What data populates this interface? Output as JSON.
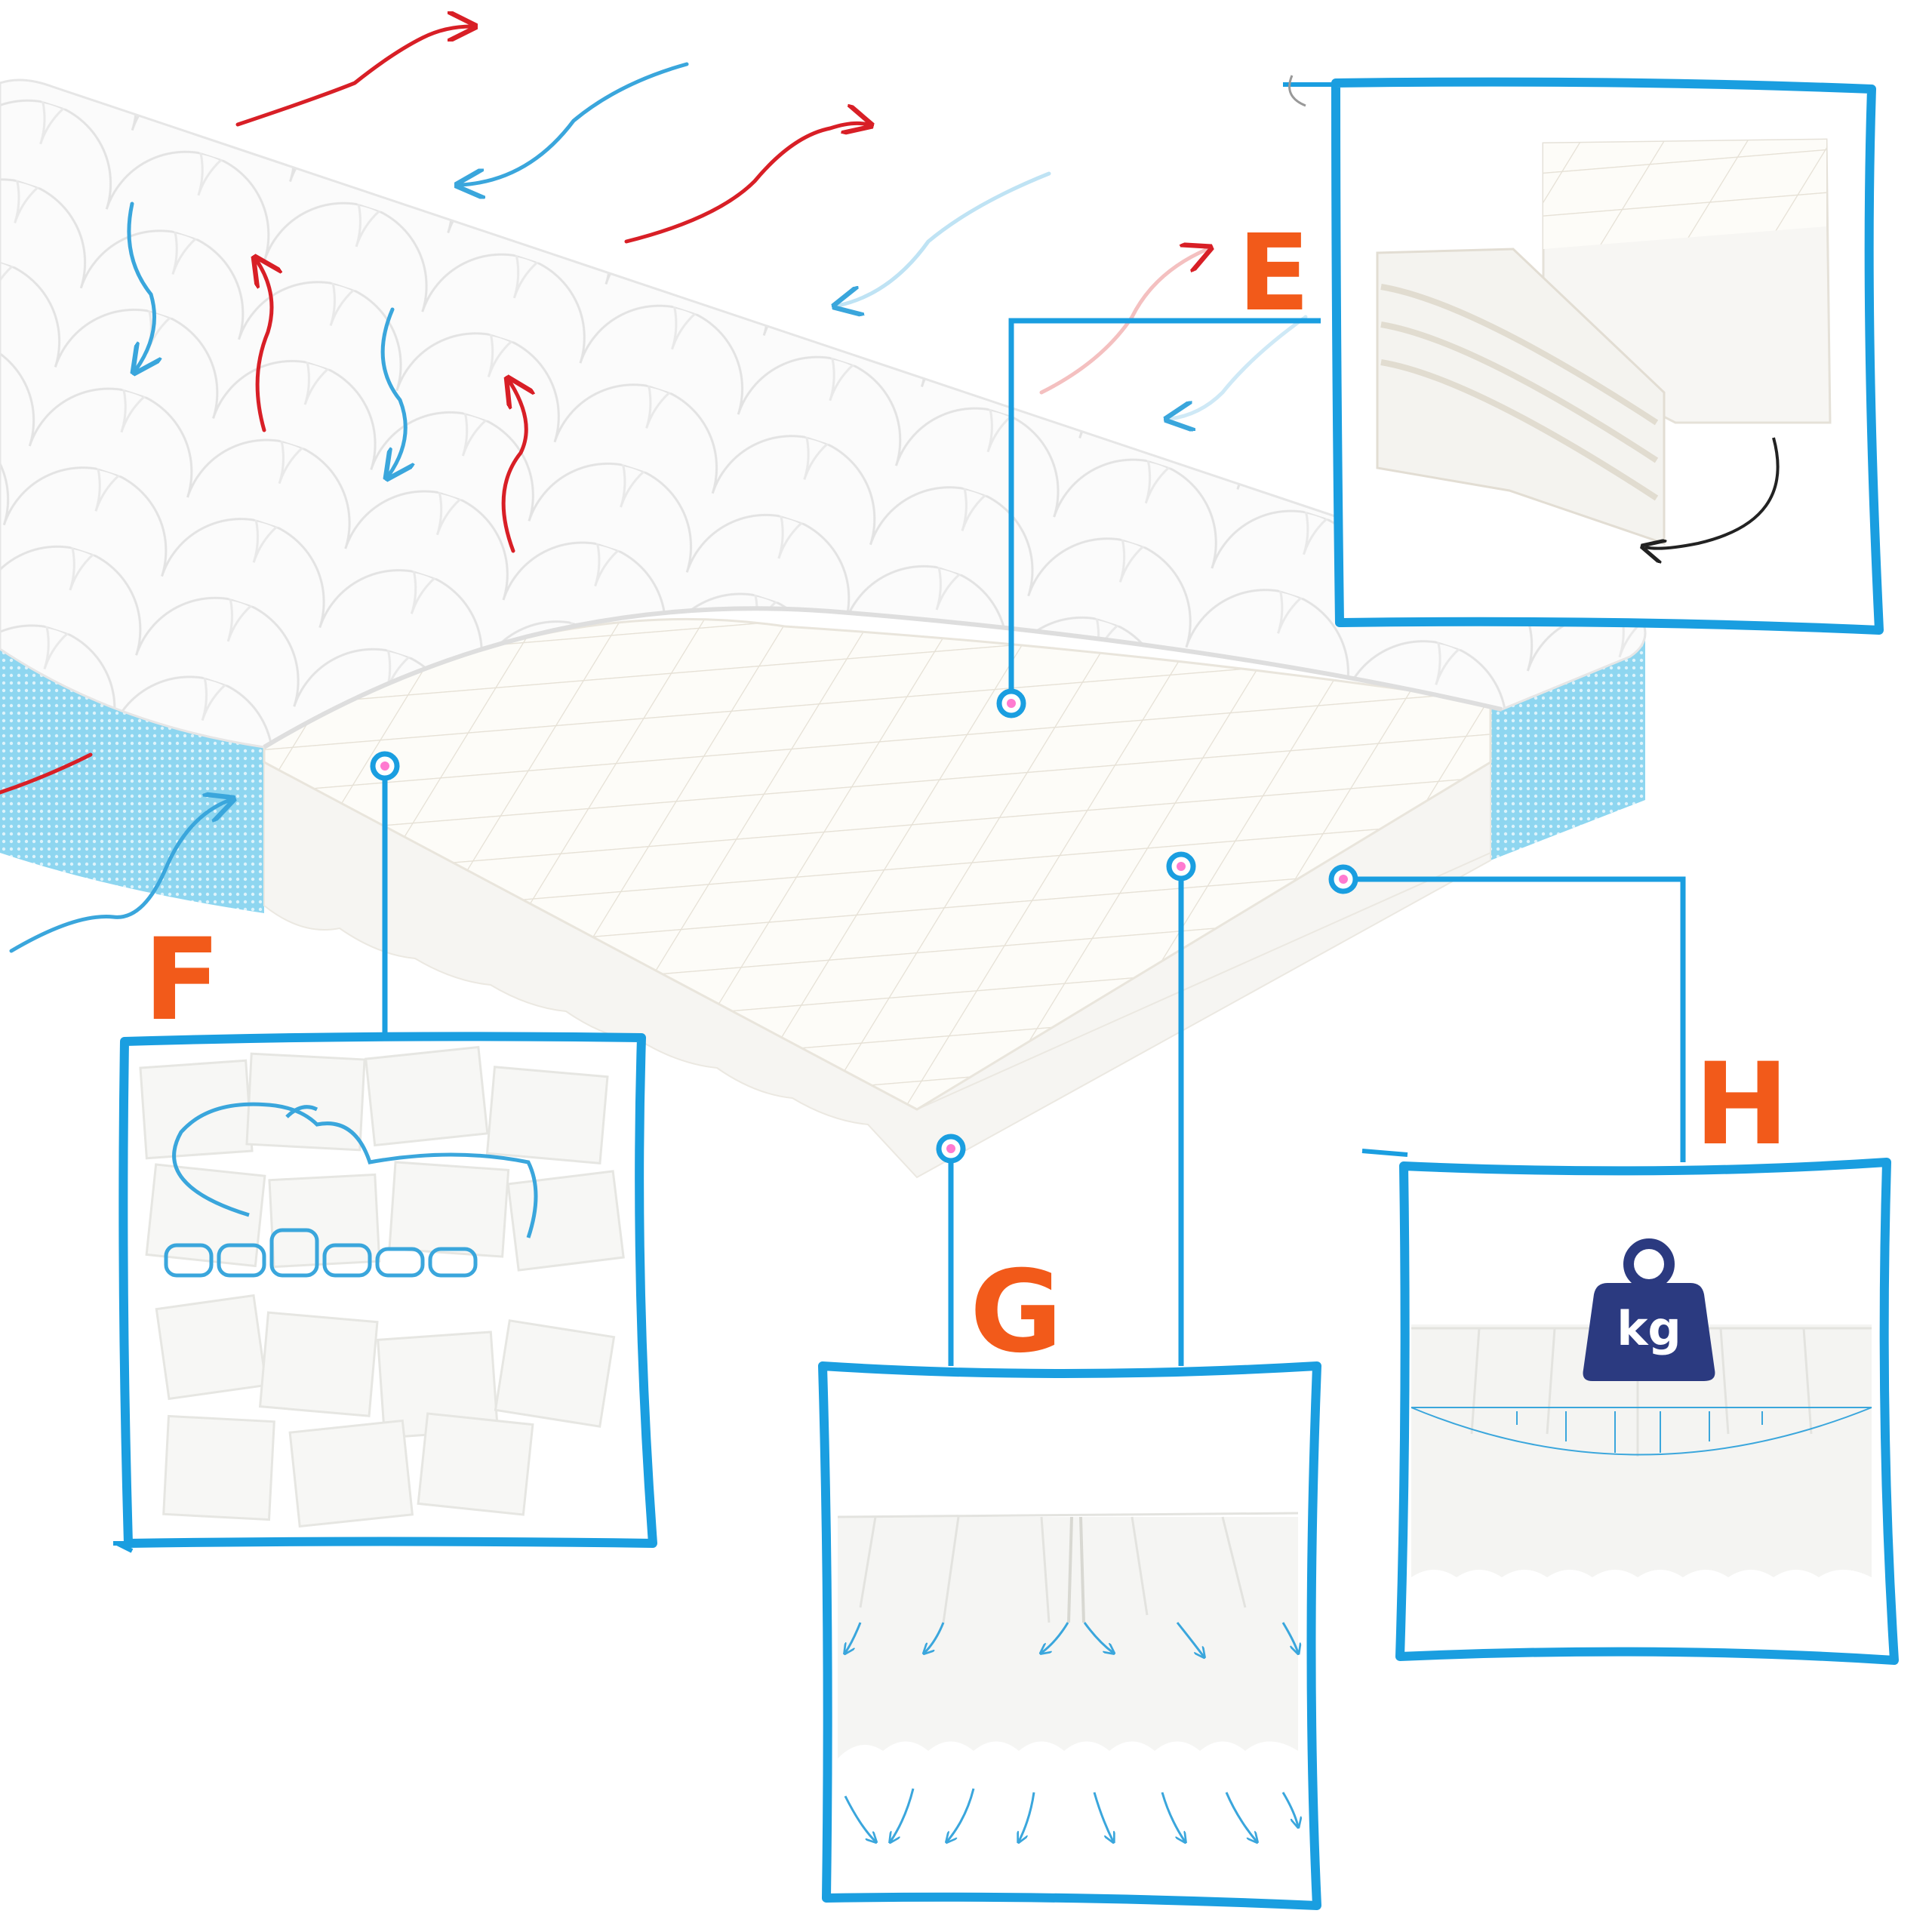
{
  "labels": {
    "e": "E",
    "f": "F",
    "g": "G",
    "h": "H",
    "weight_unit": "kg"
  },
  "colors": {
    "frame_blue": "#1a9ee0",
    "label_orange": "#f25a1a",
    "arrow_red": "#d81f26",
    "arrow_blue": "#3aa6dc",
    "dot_pink": "#ff7ad0",
    "weight_navy": "#2b3a80",
    "mesh_blue": "#5ec3e8"
  },
  "icons": {
    "airflow_warm": "red-up-arrow-icon",
    "airflow_cool": "blue-down-arrow-icon",
    "weight": "kg-weight-icon",
    "rotate": "curved-arrow-icon"
  }
}
